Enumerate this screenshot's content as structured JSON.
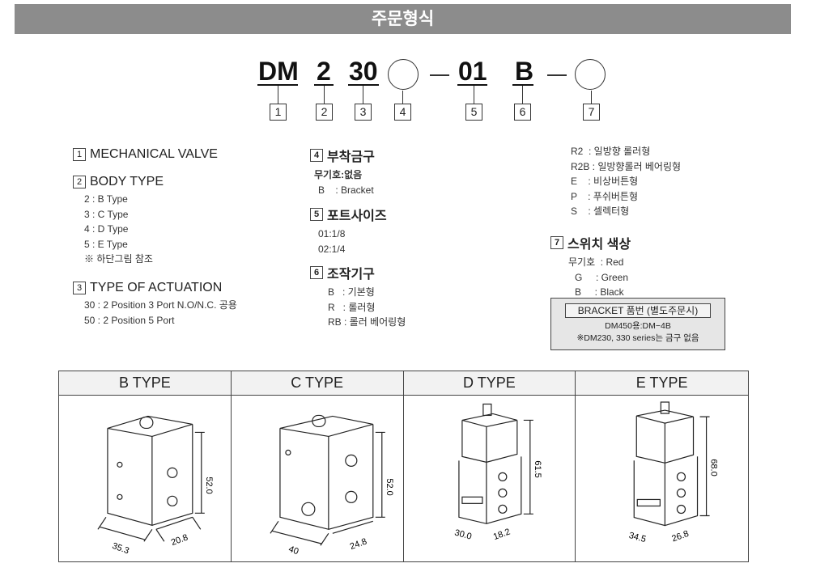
{
  "title": "주문형식",
  "code": {
    "parts": [
      "DM",
      "2",
      "30",
      "01",
      "B"
    ],
    "numbers": [
      "1",
      "2",
      "3",
      "4",
      "5",
      "6",
      "7"
    ]
  },
  "sections": {
    "s1": {
      "num": "1",
      "title": "MECHANICAL VALVE"
    },
    "s2": {
      "num": "2",
      "title": "BODY TYPE",
      "items": [
        "2 : B Type",
        "3 : C Type",
        "4 : D Type",
        "5 : E Type",
        "※ 하단그림 참조"
      ]
    },
    "s3": {
      "num": "3",
      "title": "TYPE OF ACTUATION",
      "items": [
        "30 : 2 Position 3 Port N.O/N.C. 공용",
        "50 : 2 Position 5 Port"
      ]
    },
    "s4": {
      "num": "4",
      "title": "부착금구",
      "items": [
        "무기호:없음",
        "B    : Bracket"
      ]
    },
    "s5": {
      "num": "5",
      "title": "포트사이즈",
      "items": [
        "01:1/8",
        "02:1/4"
      ]
    },
    "s6": {
      "num": "6",
      "title": "조작기구",
      "items": [
        "B   : 기본형",
        "R   : 롤러형",
        "RB : 롤러 베어링형",
        "R2  : 일방향 롤러형",
        "R2B : 일방향롤러 베어링형",
        "E    : 비상버튼형",
        "P    : 푸쉬버튼형",
        "S    : 셀렉터형"
      ]
    },
    "s7": {
      "num": "7",
      "title": "스위치 색상",
      "items": [
        "무기호  : Red",
        "G     : Green",
        "B     : Black"
      ]
    }
  },
  "bracket": {
    "title": "BRACKET 품번 (별도주문시)",
    "lines": [
      "DM450용:DM−4B",
      "※DM230, 330 series는 금구 없음"
    ]
  },
  "types": [
    {
      "name": "B TYPE",
      "height": "52.0",
      "width": "35.3",
      "depth": "20.8"
    },
    {
      "name": "C TYPE",
      "height": "52.0",
      "width": "40",
      "depth": "24.8"
    },
    {
      "name": "D TYPE",
      "height": "61.5",
      "width": "30.0",
      "depth": "18.2"
    },
    {
      "name": "E TYPE",
      "height": "68.0",
      "width": "34.5",
      "depth": "26.8"
    }
  ]
}
